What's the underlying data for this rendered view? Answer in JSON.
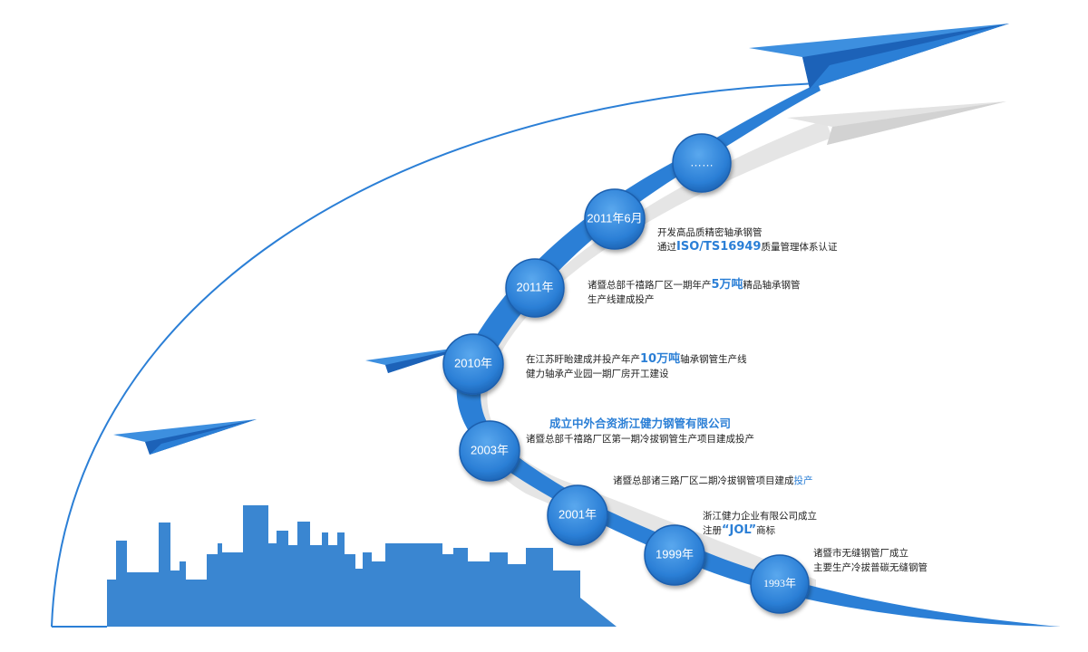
{
  "colors": {
    "accent": "#2b7fd6",
    "dark_blue": "#1c62b8",
    "shadow": "#e3e3e3",
    "city": "#3a86d1"
  },
  "milestones": [
    {
      "year": "……",
      "lines": []
    },
    {
      "year": "2011年6月",
      "lines": [
        {
          "parts": [
            {
              "text": "开发高品质精密轴承钢管"
            }
          ]
        },
        {
          "parts": [
            {
              "text": "通过"
            },
            {
              "text": "ISO/TS16949",
              "hl": true
            },
            {
              "text": "质量管理体系认证"
            }
          ]
        }
      ]
    },
    {
      "year": "2011年",
      "lines": [
        {
          "parts": [
            {
              "text": "诸暨总部千禧路厂区一期年产"
            },
            {
              "text": "5万吨",
              "hl": true
            },
            {
              "text": "精品轴承钢管"
            }
          ]
        },
        {
          "parts": [
            {
              "text": "生产线建成投产"
            }
          ]
        }
      ]
    },
    {
      "year": "2010年",
      "lines": [
        {
          "parts": [
            {
              "text": "在江苏盱眙建成并投产年产"
            },
            {
              "text": "10万吨",
              "hl": true
            },
            {
              "text": "轴承钢管生产线"
            }
          ]
        },
        {
          "parts": [
            {
              "text": "健力轴承产业园一期厂房开工建设"
            }
          ]
        }
      ]
    },
    {
      "year": "2003年",
      "lines": [
        {
          "parts": [
            {
              "text": "成立中外合资浙江健力钢管有限公司",
              "title": true
            }
          ]
        },
        {
          "parts": [
            {
              "text": "诸暨总部千禧路厂区第一期冷拔钢管生产项目建成投产"
            }
          ]
        }
      ]
    },
    {
      "year": "2001年",
      "lines": [
        {
          "parts": [
            {
              "text": "诸暨总部诸三路厂区二期冷拔钢管项目建成"
            },
            {
              "text": "投产",
              "blue": true
            }
          ]
        }
      ]
    },
    {
      "year": "1999年",
      "lines": [
        {
          "parts": [
            {
              "text": "浙江健力企业有限公司成立"
            }
          ]
        },
        {
          "parts": [
            {
              "text": "注册"
            },
            {
              "text": "“JOL”",
              "hl": true
            },
            {
              "text": "商标"
            }
          ]
        }
      ]
    },
    {
      "year": "1993年",
      "lines": [
        {
          "parts": [
            {
              "text": "诸暨市无缝钢管厂成立"
            }
          ]
        },
        {
          "parts": [
            {
              "text": "主要生产冷拔普碳无缝钢管"
            }
          ]
        }
      ]
    }
  ]
}
